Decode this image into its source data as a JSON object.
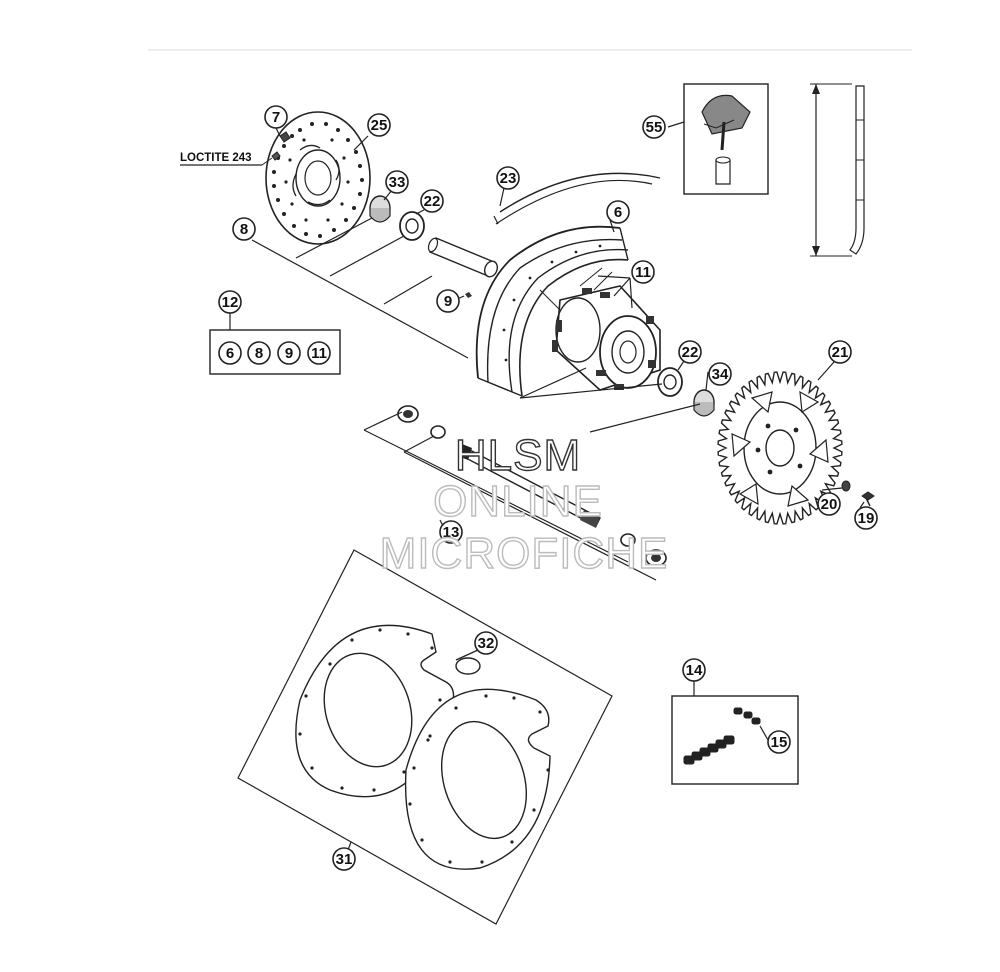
{
  "diagram": {
    "note": "LOCTITE 243",
    "callouts": {
      "c7": "7",
      "c25": "25",
      "c33": "33",
      "c22a": "22",
      "c8": "8",
      "c23": "23",
      "c6": "6",
      "c11": "11",
      "c9": "9",
      "c12": "12",
      "c22b": "22",
      "c34": "34",
      "c21": "21",
      "c13": "13",
      "c20": "20",
      "c19": "19",
      "c55": "55",
      "c32": "32",
      "c31": "31",
      "c14": "14",
      "c15": "15"
    },
    "kit12_items": [
      "6",
      "8",
      "9",
      "11"
    ]
  },
  "watermark": {
    "line1": "HLSM",
    "line2": "ONLINE",
    "line3": "MICROFICHE"
  }
}
